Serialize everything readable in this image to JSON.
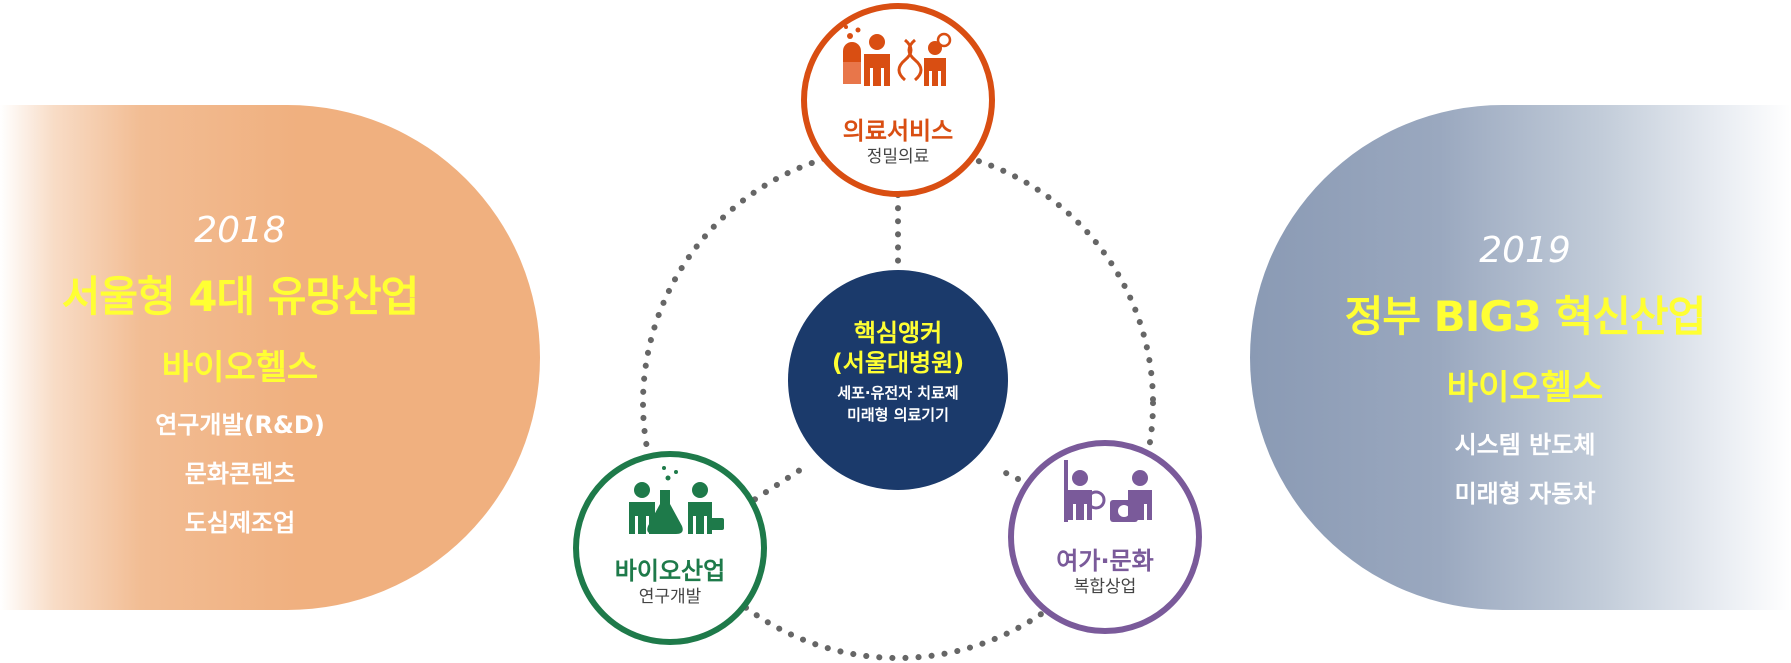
{
  "left_panel": {
    "year": "2018",
    "title": "서울형 4대 유망산업",
    "subtitle": "바이오헬스",
    "items": [
      "연구개발(R&D)",
      "문화콘텐츠",
      "도심제조업"
    ]
  },
  "right_panel": {
    "year": "2019",
    "title": "정부 BIG3 혁신산업",
    "subtitle": "바이오헬스",
    "items": [
      "시스템 반도체",
      "미래형 자동차"
    ]
  },
  "center": {
    "title_line1": "핵심앵커",
    "title_line2": "(서울대병원)",
    "items": [
      "세포·유전자 치료제",
      "미래형 의료기기"
    ]
  },
  "nodes": {
    "medical": {
      "title": "의료서비스",
      "subtitle": "정밀의료",
      "icon": "doctor-researcher-icon"
    },
    "bio": {
      "title": "바이오산업",
      "subtitle": "연구개발",
      "icon": "scientist-flask-icon"
    },
    "leisure": {
      "title": "여가·문화",
      "subtitle": "복합상업",
      "icon": "artist-camera-icon"
    }
  },
  "colors": {
    "left_panel": "#f0b07f",
    "right_panel": "#8a9ab4",
    "highlight_text": "#ffff33",
    "center": "#1b3a6b",
    "medical": "#d94e12",
    "bio": "#1e7a4a",
    "leisure": "#7a5a9a",
    "dots": "#666666"
  }
}
